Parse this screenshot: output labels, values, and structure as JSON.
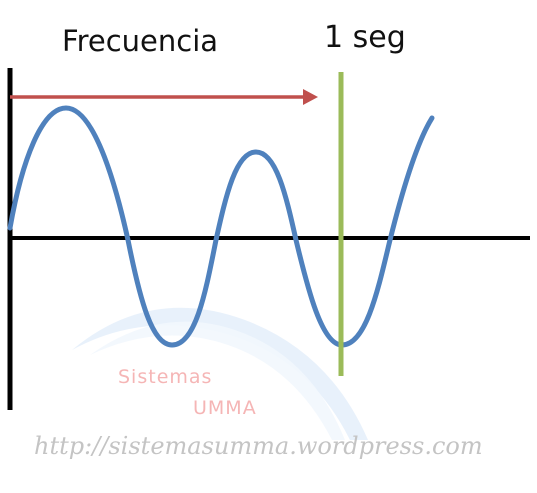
{
  "diagram": {
    "label_frequency": "Frecuencia",
    "label_one_second": "1 seg",
    "colors": {
      "wave": "#4f81bd",
      "axis": "#000000",
      "arrow": "#c0504d",
      "marker": "#9bbb59",
      "watermark_text": "#f5b5b5",
      "watermark_arc": "#dbe8f8"
    }
  },
  "watermark": {
    "line1": "Sistemas",
    "line2": "UMMA",
    "url": "http://sistemasumma.wordpress.com"
  }
}
